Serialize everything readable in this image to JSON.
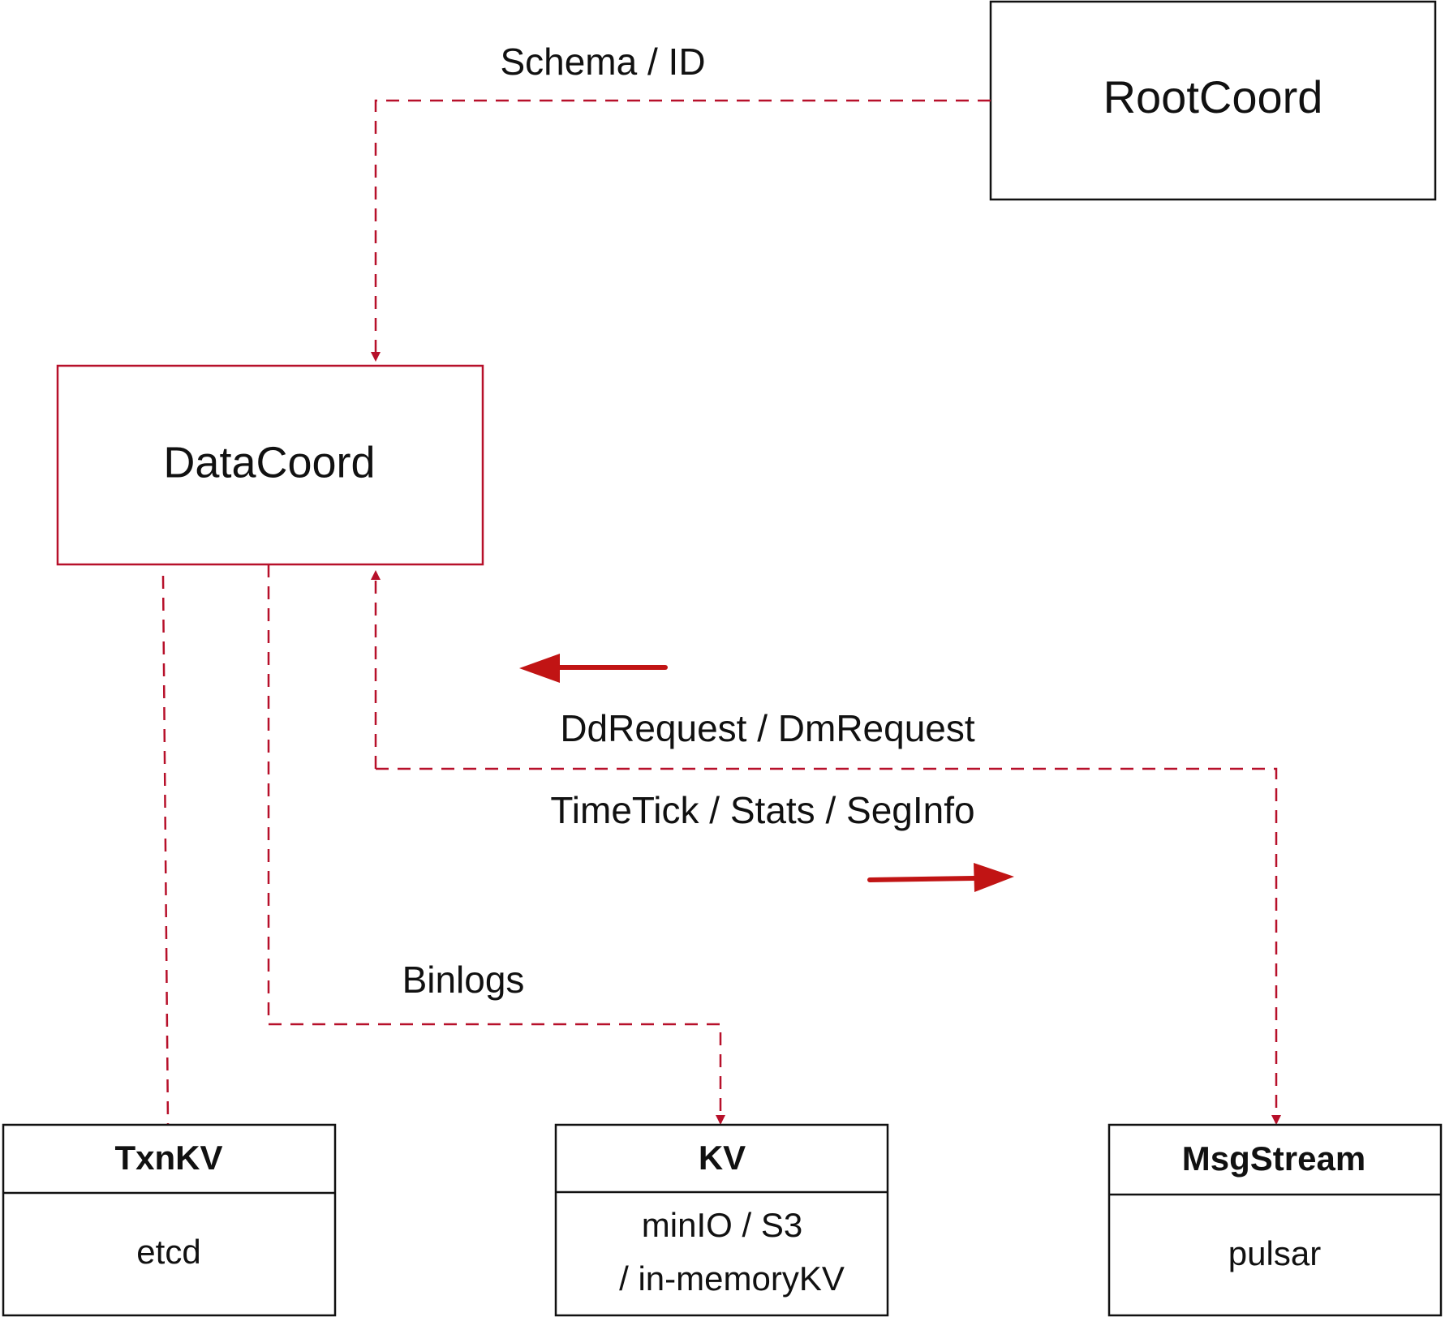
{
  "colors": {
    "accent": "#b7102a",
    "arrow": "#c11414",
    "box_stroke": "#111111",
    "text": "#111111"
  },
  "nodes": {
    "root_coord": {
      "label": "RootCoord"
    },
    "data_coord": {
      "label": "DataCoord"
    },
    "txnkv": {
      "title": "TxnKV",
      "body": "etcd"
    },
    "kv": {
      "title": "KV",
      "body_line1": "minIO / S3",
      "body_line2": "/ in-memoryKV"
    },
    "msgstream": {
      "title": "MsgStream",
      "body": "pulsar"
    }
  },
  "edges": {
    "schema": {
      "label": "Schema / ID"
    },
    "dd_request": {
      "label": "DdRequest / DmRequest"
    },
    "timetick": {
      "label": "TimeTick / Stats / SegInfo"
    },
    "binlogs": {
      "label": "Binlogs"
    }
  }
}
